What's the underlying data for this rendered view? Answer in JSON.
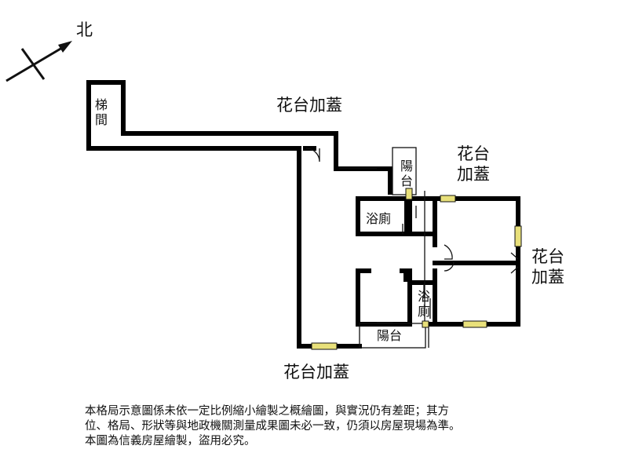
{
  "compass": {
    "north_label": "北"
  },
  "rooms": {
    "stairwell": "梯間",
    "balcony_upper": "陽台",
    "bath_left": "浴廁",
    "bath_right": "浴廁",
    "balcony_lower": "陽台"
  },
  "annotations": {
    "top_extension": "花台加蓋",
    "right_upper_extension": "花台加蓋",
    "right_mid_extension": "花台加蓋",
    "bottom_extension": "花台加蓋"
  },
  "disclaimer": [
    "本格局示意圖係未依一定比例縮小繪製之概繪圖，與實況仍有差距；其方",
    "位、格局、形狀等與地政機關測量成果圖未必一致，仍須以房屋現場為準。",
    "本圖為信義房屋繪製，盜用必究。"
  ],
  "colors": {
    "wall": "#000000",
    "window": "#e8e07a",
    "line": "#111111"
  }
}
